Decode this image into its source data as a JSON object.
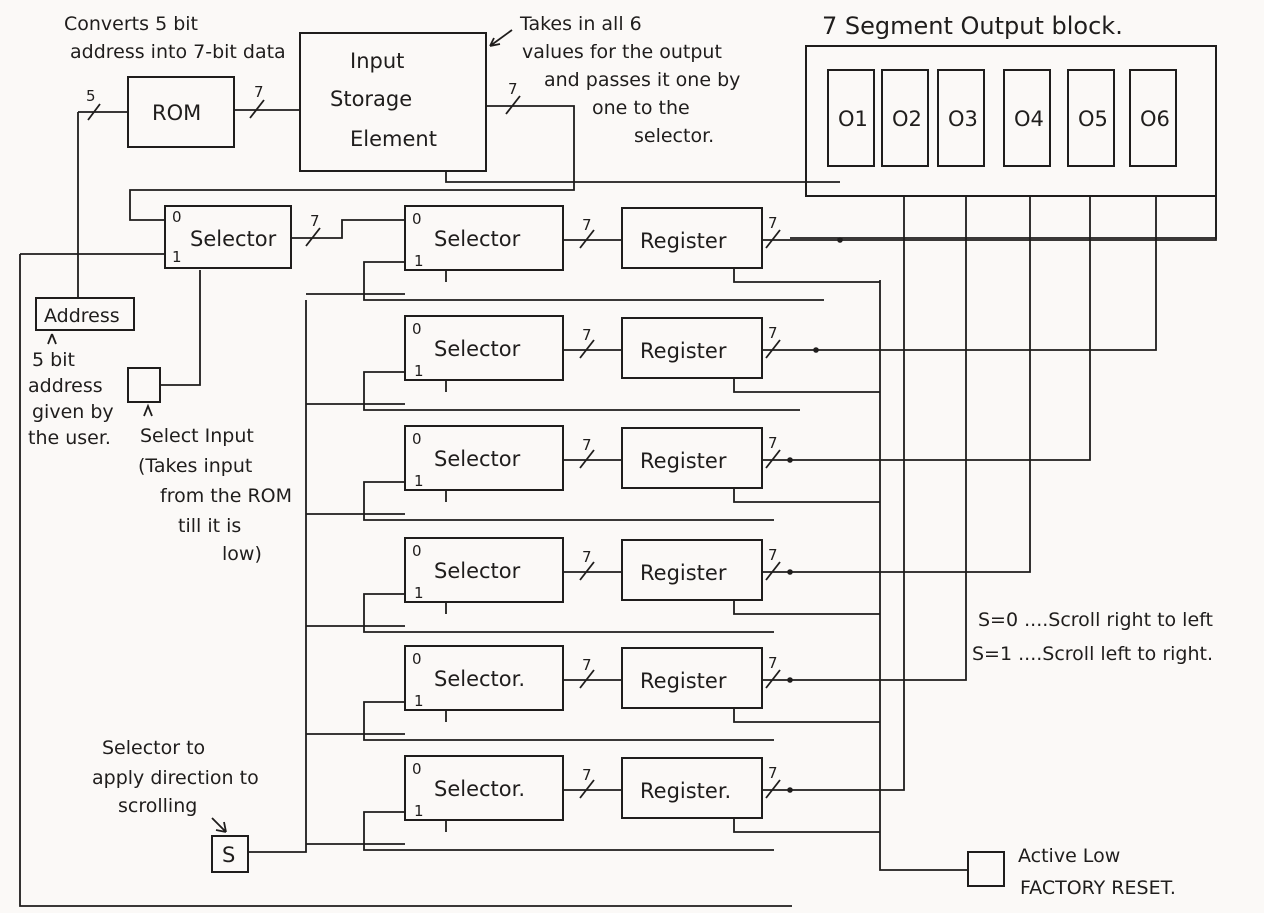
{
  "blocks": {
    "rom": "ROM",
    "input_storage": [
      "Input",
      "Storage",
      "Element"
    ],
    "address": "Address",
    "select_input_box": "",
    "s_box": "S",
    "reset_box": ""
  },
  "bus_labels": {
    "address_width": "5",
    "data_width": "7",
    "input_0": "0",
    "input_1": "1"
  },
  "selector_labels": [
    "Selector",
    "Selector",
    "Selector",
    "Selector",
    "Selector",
    "Selector.",
    "Selector."
  ],
  "register_labels": [
    "Register",
    "Register",
    "Register",
    "Register",
    "Register",
    "Register."
  ],
  "output_block": {
    "title": "7 Segment Output block.",
    "outputs": [
      "O1",
      "O2",
      "O3",
      "O4",
      "O5",
      "O6"
    ]
  },
  "annotations": {
    "rom_note": [
      "Converts 5 bit",
      "address into 7-bit data"
    ],
    "storage_note": [
      "Takes in all 6",
      "values for the output",
      "and passes it one by",
      "one to the",
      "selector."
    ],
    "address_note": [
      "5 bit",
      "address",
      "given by",
      "the user."
    ],
    "select_input_note": [
      "Select Input",
      "(Takes input",
      "from the ROM",
      "till it is",
      "low)"
    ],
    "scroll_selector_note": [
      "Selector to",
      "apply direction to",
      "scrolling"
    ],
    "scroll_legend": [
      "S=0 ....Scroll right to left",
      "S=1 ....Scroll left to right."
    ],
    "reset_note": [
      "Active Low",
      "FACTORY RESET."
    ]
  }
}
